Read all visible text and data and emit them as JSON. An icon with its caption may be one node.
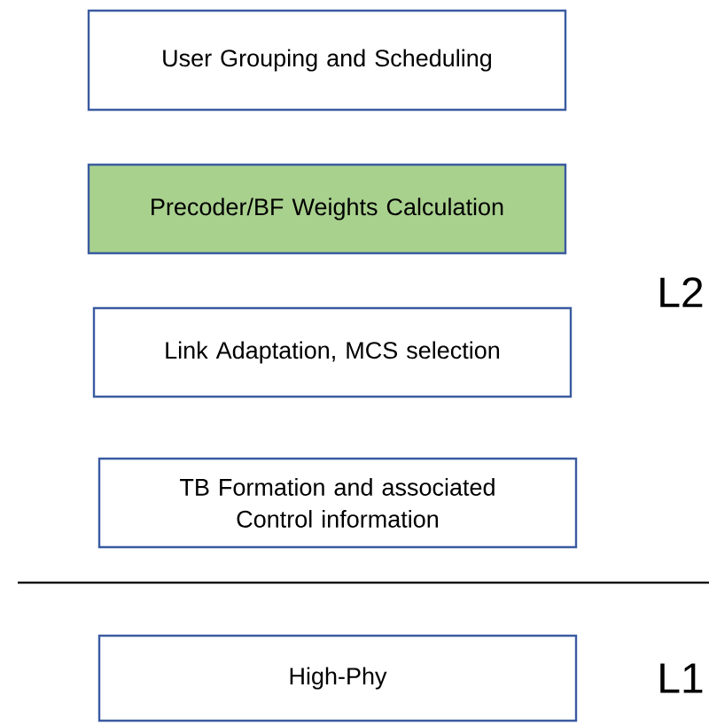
{
  "diagram": {
    "nodes": [
      {
        "text": [
          "User Grouping and Scheduling"
        ]
      },
      {
        "text": [
          "Precoder/BF Weights Calculation"
        ]
      },
      {
        "text": [
          "Link Adaptation, MCS selection"
        ]
      },
      {
        "text": [
          "TB Formation and associated Control information"
        ]
      },
      {
        "text": [
          "High-Phy"
        ]
      }
    ],
    "labels": [
      "L2",
      "L1"
    ]
  }
}
